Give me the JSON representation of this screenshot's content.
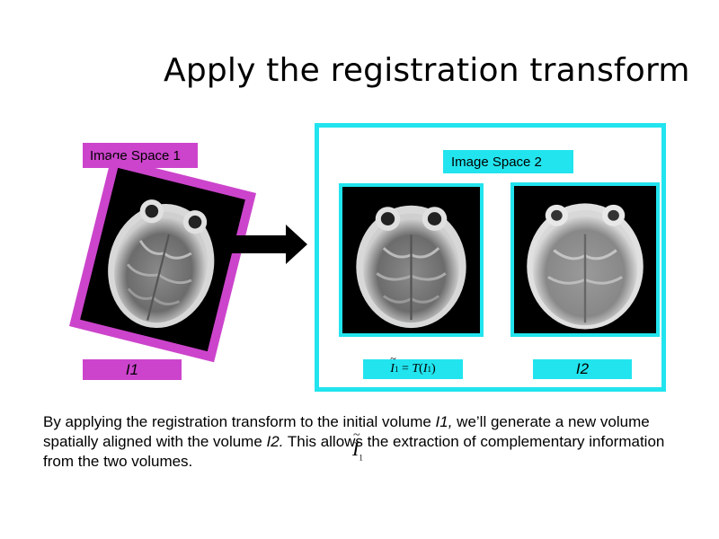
{
  "slide": {
    "title": "Apply the registration transform"
  },
  "labels": {
    "image_space_1": "Image Space 1",
    "image_space_2": "Image Space 2",
    "i1": "I1",
    "i2": "I2",
    "formula": {
      "lhs": "I",
      "lhs_sub": "1",
      "eq": " = ",
      "func": "T",
      "arg": "I",
      "arg_sub": "1"
    }
  },
  "caption": {
    "part1": "By applying the registration transform to the initial volume ",
    "vol1": "I1,",
    "part2": " we’ll generate a new volume",
    "part3": "spatially aligned with the volume ",
    "vol2": "I2.",
    "part4": " This allows the extraction of complementary information from the two volumes.",
    "tilde_symbol": "I",
    "tilde_sub": "1"
  },
  "colors": {
    "magenta": "#cc44cc",
    "cyan": "#22e4ee",
    "black": "#000000"
  },
  "icons": {
    "arrow": "right-arrow-icon"
  }
}
